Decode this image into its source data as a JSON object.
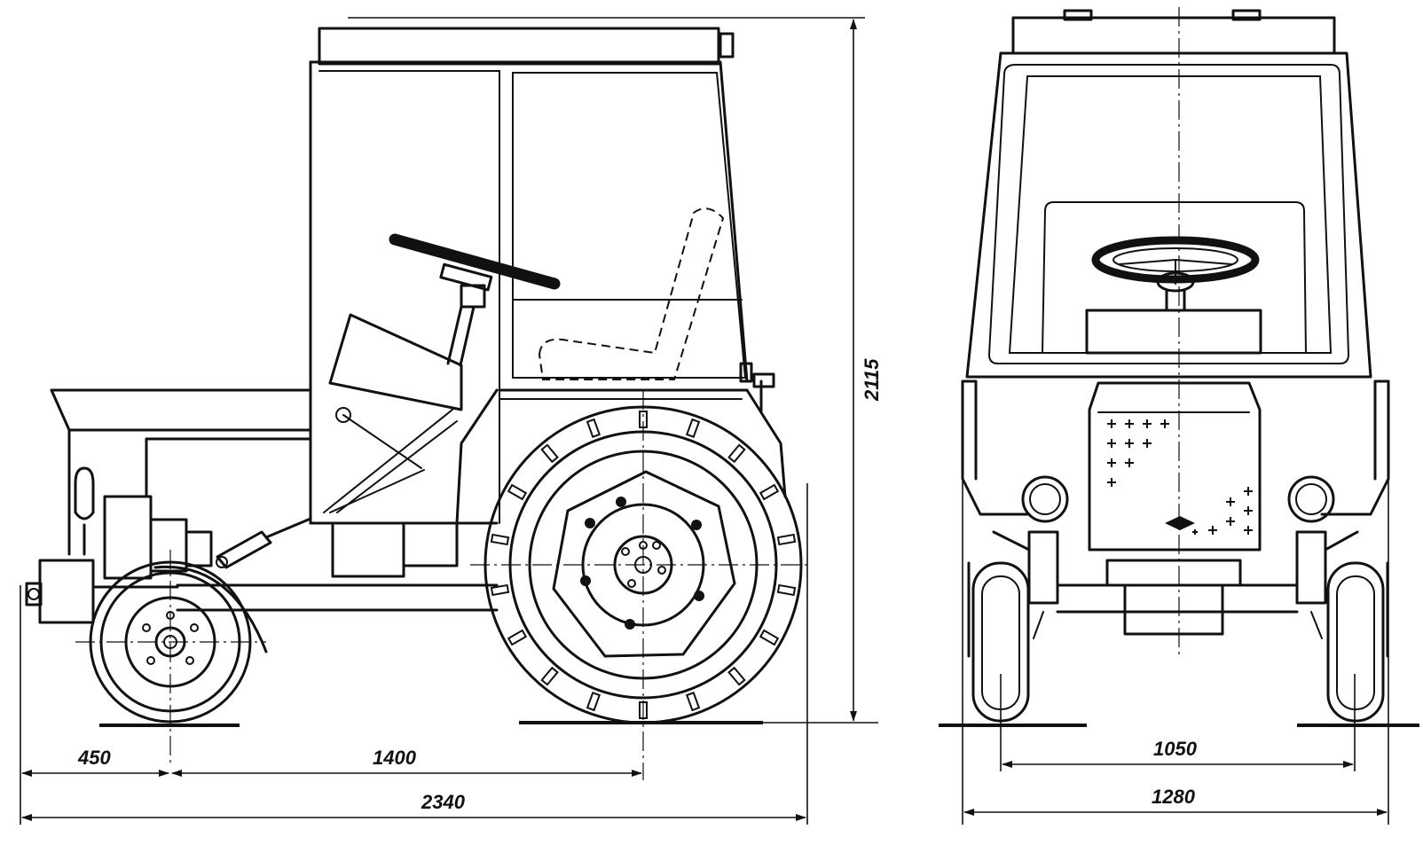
{
  "dimensions": {
    "front_overhang": "450",
    "wheelbase": "1400",
    "overall_length": "2340",
    "overall_height": "2115",
    "track_width": "1050",
    "overall_width": "1280"
  },
  "colors": {
    "line": "#111111",
    "background": "#ffffff"
  }
}
